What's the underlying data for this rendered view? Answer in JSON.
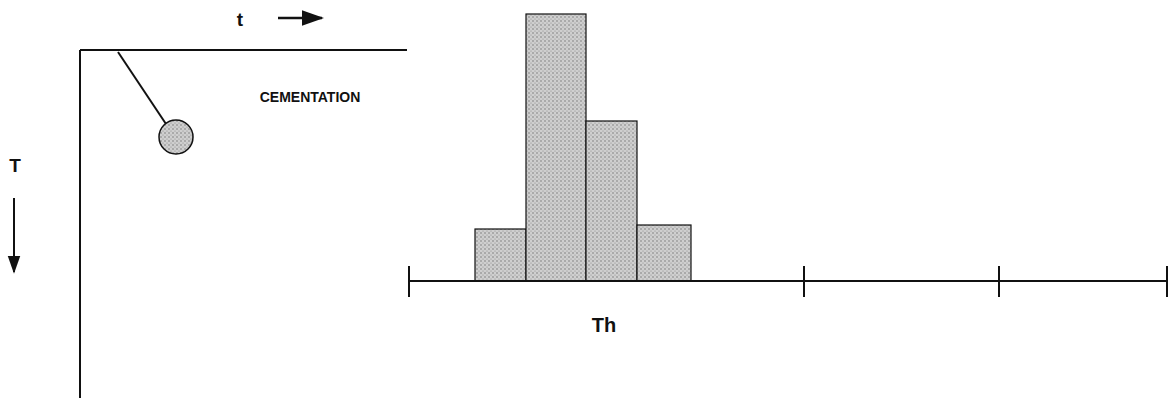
{
  "diagram": {
    "labels": [
      "t",
      "T",
      "CEMENTATION",
      "Th"
    ]
  }
}
